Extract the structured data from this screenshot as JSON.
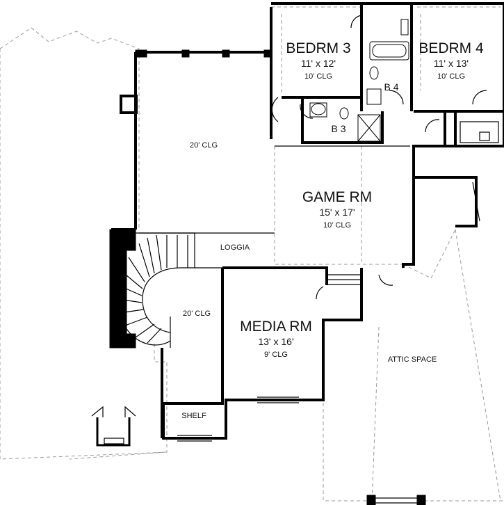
{
  "rooms": {
    "bedrm3": {
      "name": "BEDRM 3",
      "size": "11' x 12'",
      "clg": "10' CLG"
    },
    "bedrm4": {
      "name": "BEDRM 4",
      "size": "11' x 13'",
      "clg": "10' CLG"
    },
    "b4": {
      "name": "B 4"
    },
    "b3": {
      "name": "B 3"
    },
    "open_area": {
      "clg": "20' CLG"
    },
    "game_rm": {
      "name": "GAME RM",
      "size": "15' x 17'",
      "clg": "10' CLG"
    },
    "loggia": {
      "name": "LOGGIA"
    },
    "stair": {
      "clg": "20' CLG"
    },
    "media_rm": {
      "name": "MEDIA RM",
      "size": "13' x 16'",
      "clg": "9' CLG"
    },
    "attic": {
      "name": "ATTIC SPACE"
    },
    "shelf": {
      "name": "SHELF"
    }
  }
}
